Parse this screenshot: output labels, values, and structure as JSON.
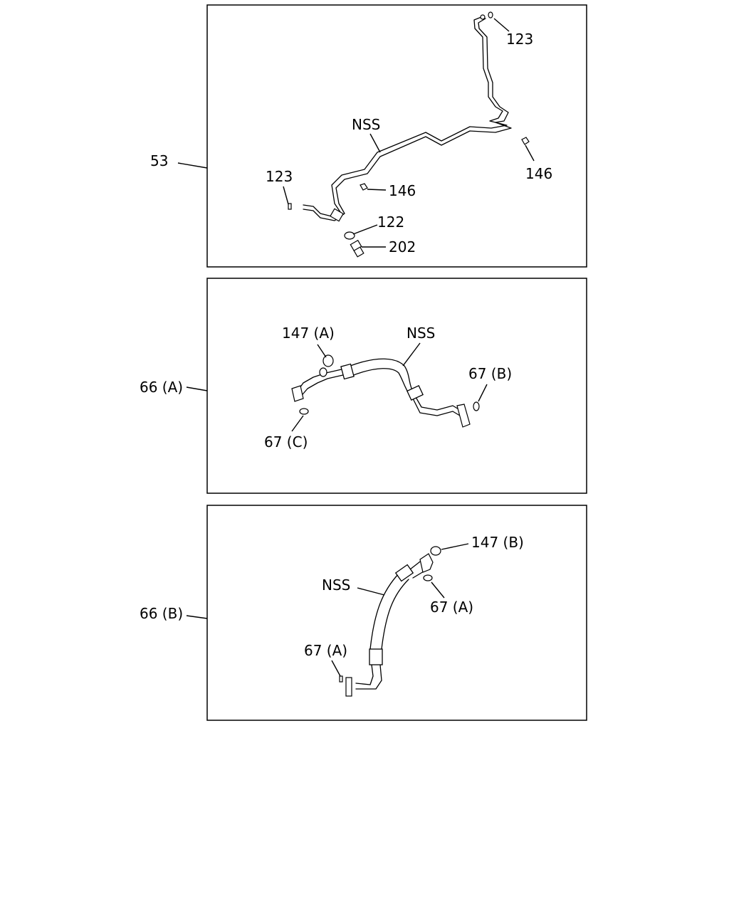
{
  "panels": [
    {
      "id": "53",
      "ref_label": "53",
      "callouts": [
        "123",
        "123",
        "NSS",
        "146",
        "146",
        "122",
        "202"
      ]
    },
    {
      "id": "66A",
      "ref_label": "66 (A)",
      "callouts": [
        "147 (A)",
        "NSS",
        "67 (B)",
        "67 (C)"
      ]
    },
    {
      "id": "66B",
      "ref_label": "66 (B)",
      "callouts": [
        "147 (B)",
        "NSS",
        "67 (A)",
        "67 (A)"
      ]
    }
  ]
}
